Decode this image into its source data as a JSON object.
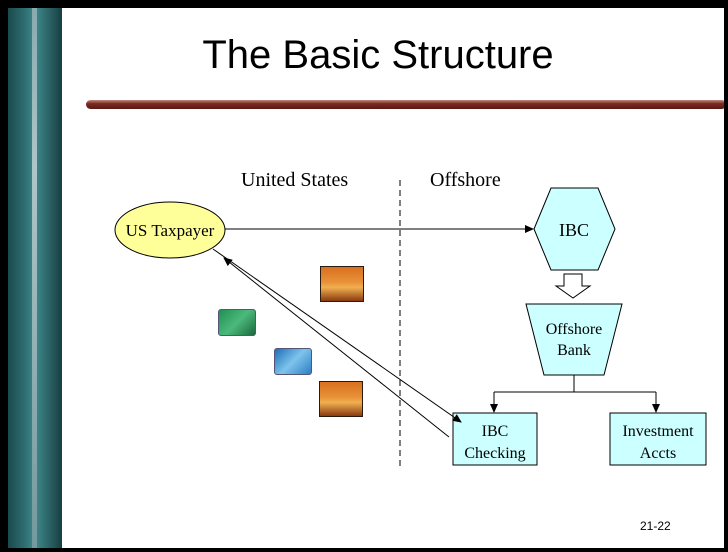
{
  "slide": {
    "title": "The Basic Structure",
    "slide_number": "21-22"
  },
  "diagram": {
    "region_left": "United States",
    "region_right": "Offshore",
    "nodes": {
      "us_taxpayer": "US Taxpayer",
      "ibc": "IBC",
      "offshore_bank_line1": "Offshore",
      "offshore_bank_line2": "Bank",
      "ibc_checking_line1": "IBC",
      "ibc_checking_line2": "Checking",
      "investment_line1": "Investment",
      "investment_line2": "Accts"
    },
    "icons": [
      "power-pylon-icon",
      "credit-card-green-icon",
      "credit-card-blue-icon",
      "power-pylon-icon"
    ],
    "colors": {
      "node_fill": "#ccffff",
      "title_rule": "#7a2a22",
      "sidebar": "#2e6c70"
    }
  }
}
